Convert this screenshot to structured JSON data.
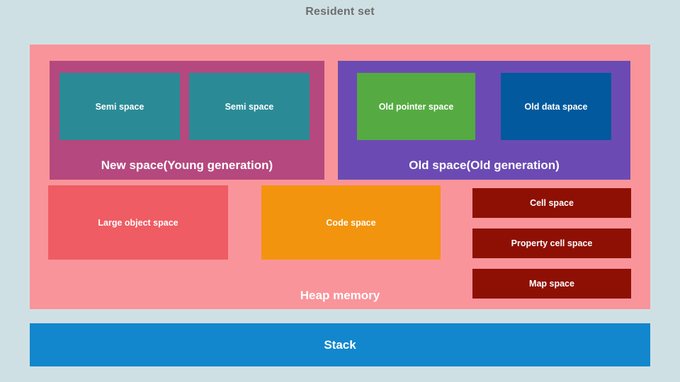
{
  "diagram": {
    "title": "Resident set",
    "background_color": "#cfe0e4",
    "title_color": "#6e6e6e"
  },
  "heap": {
    "label": "Heap memory",
    "color": "#f9949a",
    "generations": [
      {
        "label": "New space(Young generation)",
        "color": "#b5487e",
        "children": [
          {
            "label": "Semi space",
            "color": "#2a8b96"
          },
          {
            "label": "Semi space",
            "color": "#2a8b96"
          }
        ]
      },
      {
        "label": "Old space(Old generation)",
        "color": "#6b4bb3",
        "children": [
          {
            "label": "Old pointer space",
            "color": "#55ab42"
          },
          {
            "label": "Old data space",
            "color": "#02599d"
          }
        ]
      }
    ],
    "spaces": [
      {
        "label": "Large object space",
        "color": "#ef5c63"
      },
      {
        "label": "Code space",
        "color": "#f3940e"
      }
    ],
    "small_spaces": [
      {
        "label": "Cell space",
        "color": "#8e1004"
      },
      {
        "label": "Property cell space",
        "color": "#8e1004"
      },
      {
        "label": "Map space",
        "color": "#8e1004"
      }
    ]
  },
  "stack": {
    "label": "Stack",
    "color": "#1287cd"
  }
}
